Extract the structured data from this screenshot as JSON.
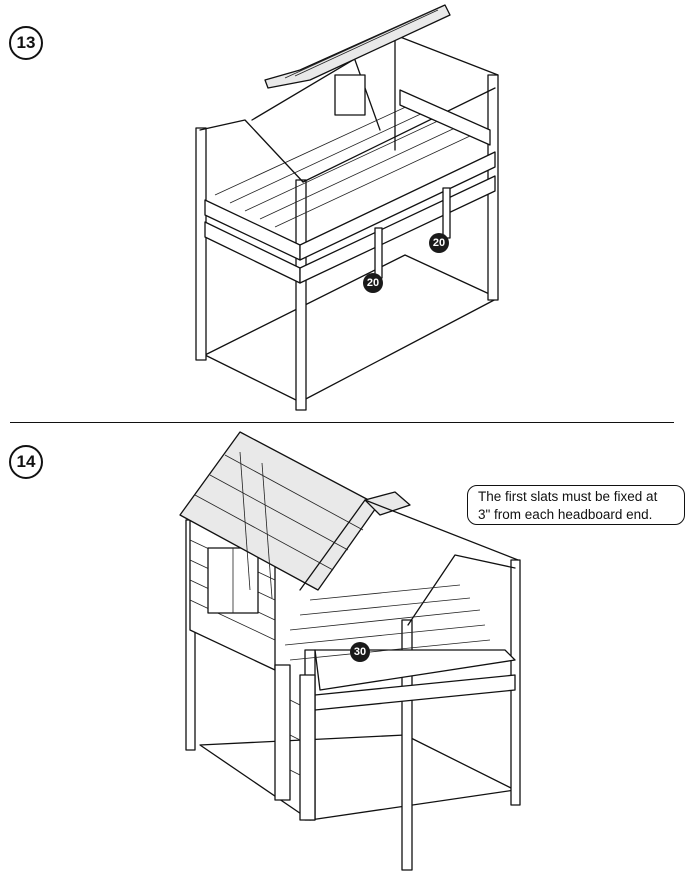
{
  "steps": {
    "step13": {
      "number": "13"
    },
    "step14": {
      "number": "14"
    }
  },
  "step13_callouts": {
    "part_left": "20",
    "part_right": "20"
  },
  "step14_callouts": {
    "part_center": "30"
  },
  "note": {
    "line1": "The first slats must be fixed at",
    "line2": "3\" from each headboard end."
  }
}
